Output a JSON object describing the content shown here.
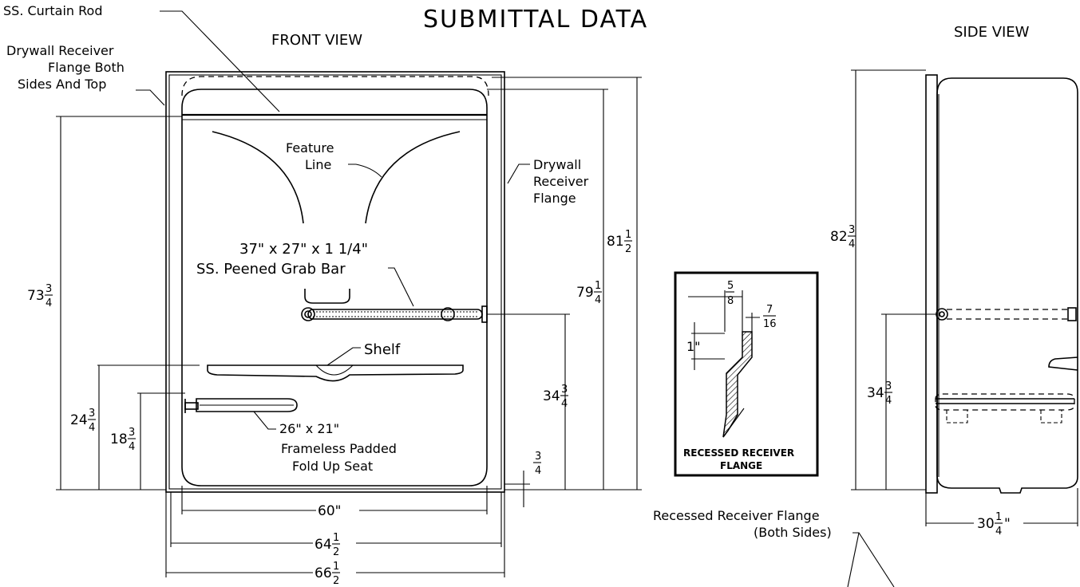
{
  "title": "SUBMITTAL DATA",
  "views": {
    "front": "FRONT VIEW",
    "side": "SIDE VIEW"
  },
  "labels": {
    "curtain_rod": "SS. Curtain Rod",
    "drywall_flange_1": "Drywall Receiver",
    "drywall_flange_2": "Flange Both",
    "drywall_flange_3": "Sides And Top",
    "feature_1": "Feature",
    "feature_2": "Line",
    "drywall_right_1": "Drywall",
    "drywall_right_2": "Receiver",
    "drywall_right_3": "Flange",
    "grab_bar_1": "37\" x 27\" x 1 1/4\"",
    "grab_bar_2": "SS. Peened Grab Bar",
    "shelf": "Shelf",
    "seat_1": "26\" x 21\"",
    "seat_2": "Frameless Padded",
    "seat_3": "Fold Up Seat",
    "recessed_1": "Recessed Receiver Flange",
    "recessed_2": "(Both Sides)"
  },
  "detail": {
    "caption_1": "RECESSED RECEIVER",
    "caption_2": "FLANGE",
    "dim_5_8": {
      "num": "5",
      "den": "8"
    },
    "dim_7_16": {
      "num": "7",
      "den": "16"
    },
    "dim_1": "1\""
  },
  "dims": {
    "h_73": {
      "whole": "73",
      "num": "3",
      "den": "4"
    },
    "h_81": {
      "whole": "81",
      "num": "1",
      "den": "2"
    },
    "h_79": {
      "whole": "79",
      "num": "1",
      "den": "4"
    },
    "h_34_front": {
      "whole": "34",
      "num": "3",
      "den": "4"
    },
    "h_24": {
      "whole": "24",
      "num": "3",
      "den": "4"
    },
    "h_18": {
      "whole": "18",
      "num": "3",
      "den": "4"
    },
    "h_3_4": {
      "whole": "",
      "num": "3",
      "den": "4"
    },
    "w_60": "60\"",
    "w_64": {
      "whole": "64",
      "num": "1",
      "den": "2"
    },
    "w_66": {
      "whole": "66",
      "num": "1",
      "den": "2"
    },
    "h_82": {
      "whole": "82",
      "num": "3",
      "den": "4"
    },
    "h_34_side": {
      "whole": "34",
      "num": "3",
      "den": "4"
    },
    "w_30": {
      "whole": "30",
      "num": "1",
      "den": "4"
    }
  }
}
